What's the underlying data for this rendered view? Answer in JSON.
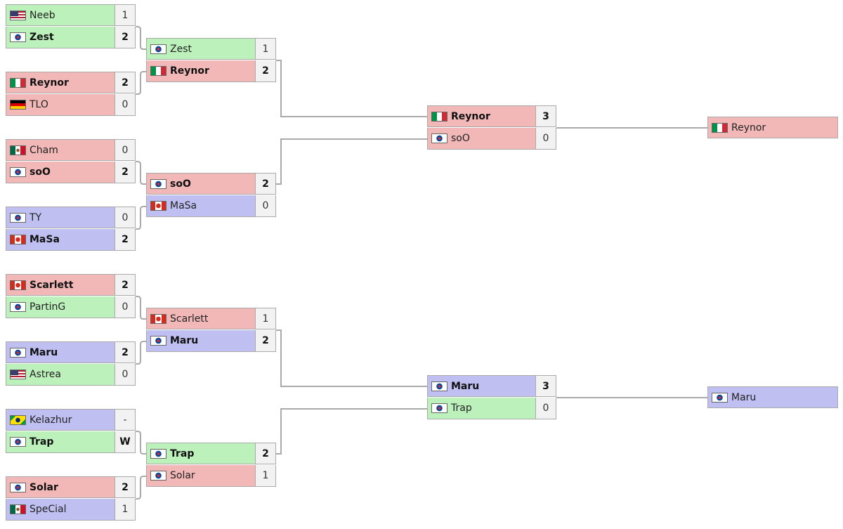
{
  "colors": {
    "green": "#bcf1bc",
    "red": "#f2b8b8",
    "blue": "#bfbff2",
    "line": "#aaaaaa"
  },
  "matches": [
    {
      "round": 1,
      "players": [
        {
          "name": "Neeb",
          "flag": "us",
          "score": "1",
          "race": "green",
          "win": false
        },
        {
          "name": "Zest",
          "flag": "kr",
          "score": "2",
          "race": "green",
          "win": true
        }
      ]
    },
    {
      "round": 1,
      "players": [
        {
          "name": "Reynor",
          "flag": "it",
          "score": "2",
          "race": "red",
          "win": true
        },
        {
          "name": "TLO",
          "flag": "de",
          "score": "0",
          "race": "red",
          "win": false
        }
      ]
    },
    {
      "round": 1,
      "players": [
        {
          "name": "Cham",
          "flag": "mx",
          "score": "0",
          "race": "red",
          "win": false
        },
        {
          "name": "soO",
          "flag": "kr",
          "score": "2",
          "race": "red",
          "win": true
        }
      ]
    },
    {
      "round": 1,
      "players": [
        {
          "name": "TY",
          "flag": "kr",
          "score": "0",
          "race": "blue",
          "win": false
        },
        {
          "name": "MaSa",
          "flag": "ca",
          "score": "2",
          "race": "blue",
          "win": true
        }
      ]
    },
    {
      "round": 1,
      "players": [
        {
          "name": "Scarlett",
          "flag": "ca",
          "score": "2",
          "race": "red",
          "win": true
        },
        {
          "name": "PartinG",
          "flag": "kr",
          "score": "0",
          "race": "green",
          "win": false
        }
      ]
    },
    {
      "round": 1,
      "players": [
        {
          "name": "Maru",
          "flag": "kr",
          "score": "2",
          "race": "blue",
          "win": true
        },
        {
          "name": "Astrea",
          "flag": "us",
          "score": "0",
          "race": "green",
          "win": false
        }
      ]
    },
    {
      "round": 1,
      "players": [
        {
          "name": "Kelazhur",
          "flag": "br",
          "score": "-",
          "race": "blue",
          "win": false
        },
        {
          "name": "Trap",
          "flag": "kr",
          "score": "W",
          "race": "green",
          "win": true
        }
      ]
    },
    {
      "round": 1,
      "players": [
        {
          "name": "Solar",
          "flag": "kr",
          "score": "2",
          "race": "red",
          "win": true
        },
        {
          "name": "SpeCial",
          "flag": "mx",
          "score": "1",
          "race": "blue",
          "win": false
        }
      ]
    },
    {
      "round": 2,
      "players": [
        {
          "name": "Zest",
          "flag": "kr",
          "score": "1",
          "race": "green",
          "win": false
        },
        {
          "name": "Reynor",
          "flag": "it",
          "score": "2",
          "race": "red",
          "win": true
        }
      ]
    },
    {
      "round": 2,
      "players": [
        {
          "name": "soO",
          "flag": "kr",
          "score": "2",
          "race": "red",
          "win": true
        },
        {
          "name": "MaSa",
          "flag": "ca",
          "score": "0",
          "race": "blue",
          "win": false
        }
      ]
    },
    {
      "round": 2,
      "players": [
        {
          "name": "Scarlett",
          "flag": "ca",
          "score": "1",
          "race": "red",
          "win": false
        },
        {
          "name": "Maru",
          "flag": "kr",
          "score": "2",
          "race": "blue",
          "win": true
        }
      ]
    },
    {
      "round": 2,
      "players": [
        {
          "name": "Trap",
          "flag": "kr",
          "score": "2",
          "race": "green",
          "win": true
        },
        {
          "name": "Solar",
          "flag": "kr",
          "score": "1",
          "race": "red",
          "win": false
        }
      ]
    },
    {
      "round": 3,
      "players": [
        {
          "name": "Reynor",
          "flag": "it",
          "score": "3",
          "race": "red",
          "win": true
        },
        {
          "name": "soO",
          "flag": "kr",
          "score": "0",
          "race": "red",
          "win": false
        }
      ]
    },
    {
      "round": 3,
      "players": [
        {
          "name": "Maru",
          "flag": "kr",
          "score": "3",
          "race": "blue",
          "win": true
        },
        {
          "name": "Trap",
          "flag": "kr",
          "score": "0",
          "race": "green",
          "win": false
        }
      ]
    }
  ],
  "advancers": [
    {
      "name": "Reynor",
      "flag": "it",
      "race": "red"
    },
    {
      "name": "Maru",
      "flag": "kr",
      "race": "blue"
    }
  ]
}
